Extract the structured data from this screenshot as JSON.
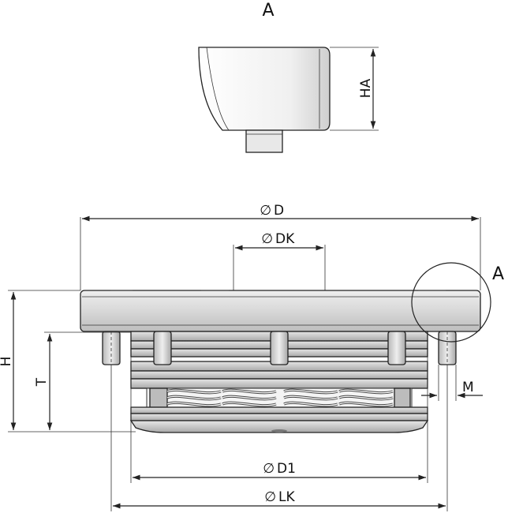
{
  "labels": {
    "detail_title": "A",
    "detail_marker": "A",
    "ha": "HA",
    "d": "D",
    "dk": "DK",
    "d1": "D1",
    "lk": "LK",
    "h": "H",
    "t": "T",
    "m": "M"
  },
  "symbols": {
    "diameter": "∅"
  },
  "colors": {
    "line": "#222222",
    "body_fill": "#d9d9d9",
    "plate_fill": "#e4e4e4",
    "pin_fill": "#cfcfcf",
    "background": "#ffffff"
  }
}
